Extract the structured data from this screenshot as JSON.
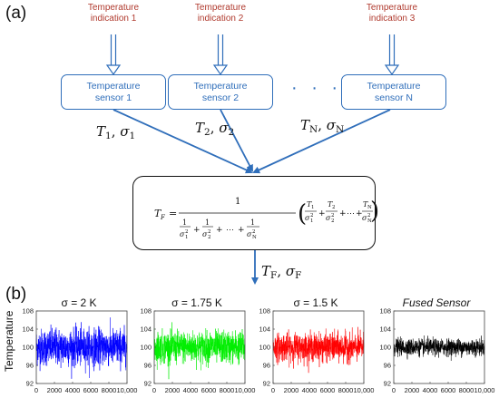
{
  "panel_a": {
    "label": "(a)",
    "indications": [
      {
        "line1": "Temperature",
        "line2": "indication 1"
      },
      {
        "line1": "Temperature",
        "line2": "indication 2"
      },
      {
        "line1": "Temperature",
        "line2": "indication 3"
      }
    ],
    "sensors": [
      {
        "line1": "Temperature",
        "line2": "sensor 1"
      },
      {
        "line1": "Temperature",
        "line2": "sensor 2"
      },
      {
        "line1": "Temperature",
        "line2": "sensor N"
      }
    ],
    "ellipsis": "· · ·",
    "sensor_outputs": [
      {
        "T": "T",
        "T_sub": "1",
        "sep": ",",
        "s": "σ",
        "s_sub": "1"
      },
      {
        "T": "T",
        "T_sub": "2",
        "sep": ",",
        "s": "σ",
        "s_sub": "2"
      },
      {
        "T": "T",
        "T_sub": "N",
        "sep": ",",
        "s": "σ",
        "s_sub": "N"
      }
    ],
    "fusion_formula": {
      "lhs": "T",
      "lhs_sub": "F",
      "equals": "=",
      "numerator": "1",
      "sigma": "σ",
      "sq": "2",
      "plus": "+",
      "dots": "⋯",
      "subs": [
        "1",
        "2",
        "N"
      ],
      "T": "T"
    },
    "fused_output": {
      "T": "T",
      "T_sub": "F",
      "sep": ",",
      "s": "σ",
      "s_sub": "F"
    },
    "colors": {
      "indication_text": "#b03a2e",
      "sensor": "#2f6eba",
      "arrow": "#2f6eba"
    }
  },
  "panel_b": {
    "label": "(b)",
    "ylabel": "Temperature",
    "chart_data": [
      {
        "type": "line",
        "title": "σ = 2 K",
        "color": "#0000ff",
        "sigma": 2,
        "mean": 100,
        "n": 10000,
        "xlim": [
          0,
          10000
        ],
        "ylim": [
          92,
          108
        ],
        "xticks": [
          "0",
          "2000",
          "4000",
          "6000",
          "8000",
          "10,000"
        ],
        "yticks": [
          "92",
          "96",
          "100",
          "104",
          "108"
        ]
      },
      {
        "type": "line",
        "title": "σ = 1.75 K",
        "color": "#00ee00",
        "sigma": 1.75,
        "mean": 100,
        "n": 10000,
        "xlim": [
          0,
          10000
        ],
        "ylim": [
          92,
          108
        ],
        "xticks": [
          "0",
          "2000",
          "4000",
          "6000",
          "8000",
          "10,000"
        ],
        "yticks": [
          "92",
          "96",
          "100",
          "104",
          "108"
        ]
      },
      {
        "type": "line",
        "title": "σ = 1.5 K",
        "color": "#ff0000",
        "sigma": 1.5,
        "mean": 100,
        "n": 10000,
        "xlim": [
          0,
          10000
        ],
        "ylim": [
          92,
          108
        ],
        "xticks": [
          "0",
          "2000",
          "4000",
          "6000",
          "8000",
          "10,000"
        ],
        "yticks": [
          "92",
          "96",
          "100",
          "104",
          "108"
        ]
      },
      {
        "type": "line",
        "title": "Fused Sensor",
        "color": "#000000",
        "sigma": 0.9,
        "mean": 100,
        "n": 10000,
        "xlim": [
          0,
          10000
        ],
        "ylim": [
          92,
          108
        ],
        "xticks": [
          "0",
          "2000",
          "4000",
          "6000",
          "8000",
          "10,000"
        ],
        "yticks": [
          "92",
          "96",
          "100",
          "104",
          "108"
        ]
      }
    ]
  }
}
